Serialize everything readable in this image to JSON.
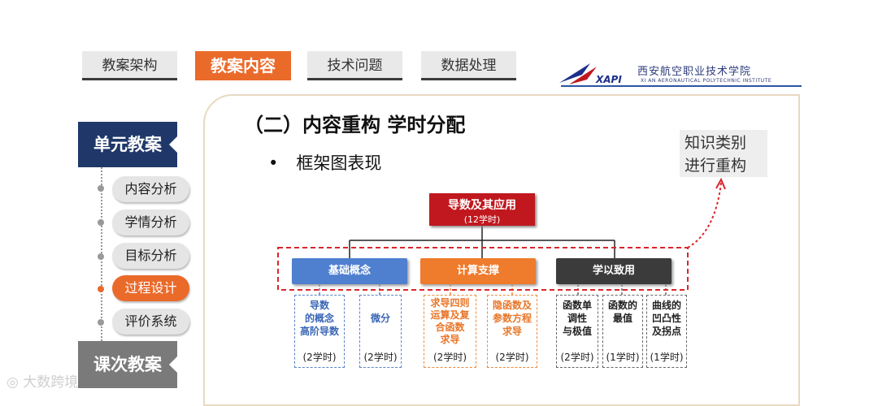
{
  "tabs": [
    {
      "label": "教案架构",
      "active": false
    },
    {
      "label": "教案内容",
      "active": true
    },
    {
      "label": "技术问题",
      "active": false
    },
    {
      "label": "数据处理",
      "active": false
    }
  ],
  "logo": {
    "abbr": "XAPI",
    "school_cn": "西安航空职业技术学院",
    "school_en": "XI AN AERONAUTICAL POLYTECHNIC INSTITUTE"
  },
  "sidebar": {
    "unit_label": "单元教案",
    "items": [
      {
        "label": "内容分析",
        "active": false
      },
      {
        "label": "学情分析",
        "active": false
      },
      {
        "label": "目标分析",
        "active": false
      },
      {
        "label": "过程设计",
        "active": true
      },
      {
        "label": "评价系统",
        "active": false
      }
    ],
    "course_label": "课次教案"
  },
  "main": {
    "heading": "（二）内容重构  学时分配",
    "bullet_marker": "•",
    "bullet": "框架图表现",
    "callout": [
      "知识类别",
      "进行重构"
    ]
  },
  "diagram": {
    "root": {
      "title": "导数及其应用",
      "hours": "(12学时)"
    },
    "categories": [
      {
        "label": "基础概念",
        "color": "#4f7fcf"
      },
      {
        "label": "计算支撑",
        "color": "#ef7b2d"
      },
      {
        "label": "学以致用",
        "color": "#3b3b3b"
      }
    ],
    "leaves": [
      {
        "lines": [
          "导数",
          "的概念",
          "高阶导数"
        ],
        "hours": "(2学时)"
      },
      {
        "lines": [
          "微分"
        ],
        "hours": "(2学时)"
      },
      {
        "lines": [
          "求导四则",
          "运算及复",
          "合函数",
          "求导"
        ],
        "hours": "(2学时)"
      },
      {
        "lines": [
          "隐函数及",
          "参数方程",
          "求导"
        ],
        "hours": "(2学时)"
      },
      {
        "lines": [
          "函数单",
          "调性",
          "与极值"
        ],
        "hours": "(2学时)"
      },
      {
        "lines": [
          "函数的",
          "最值"
        ],
        "hours": "(1学时)"
      },
      {
        "lines": [
          "曲线的",
          "凹凸性",
          "及拐点"
        ],
        "hours": "(1学时)"
      }
    ],
    "colors": {
      "root": "#c0181e",
      "highlight": "#d9262c"
    }
  },
  "watermark": "大数跨境"
}
